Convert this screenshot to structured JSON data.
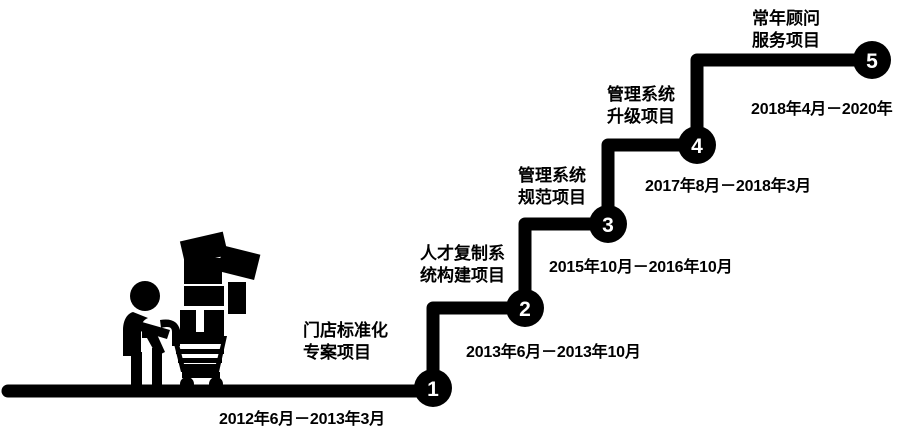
{
  "diagram": {
    "type": "staircase-timeline",
    "orientation": "ascending-left-to-right",
    "node_count": 5,
    "colors": {
      "line": "#000000",
      "node_fill": "#000000",
      "node_number": "#ffffff",
      "text": "#000000",
      "background": "#ffffff"
    },
    "icon": {
      "name": "person-pushing-cart-with-boxes",
      "description": "person pushing a shopping cart stacked with boxes"
    }
  },
  "steps": [
    {
      "number": "1",
      "title_line1": "门店标准化",
      "title_line2": "专案项目",
      "date": "2012年6月－2013年3月"
    },
    {
      "number": "2",
      "title_line1": "人才复制系",
      "title_line2": "统构建项目",
      "date": "2013年6月－2013年10月"
    },
    {
      "number": "3",
      "title_line1": "管理系统",
      "title_line2": "规范项目",
      "date": "2015年10月－2016年10月"
    },
    {
      "number": "4",
      "title_line1": "管理系统",
      "title_line2": "升级项目",
      "date": "2017年8月－2018年3月"
    },
    {
      "number": "5",
      "title_line1": "常年顾问",
      "title_line2": "服务项目",
      "date": "2018年4月－2020年"
    }
  ]
}
